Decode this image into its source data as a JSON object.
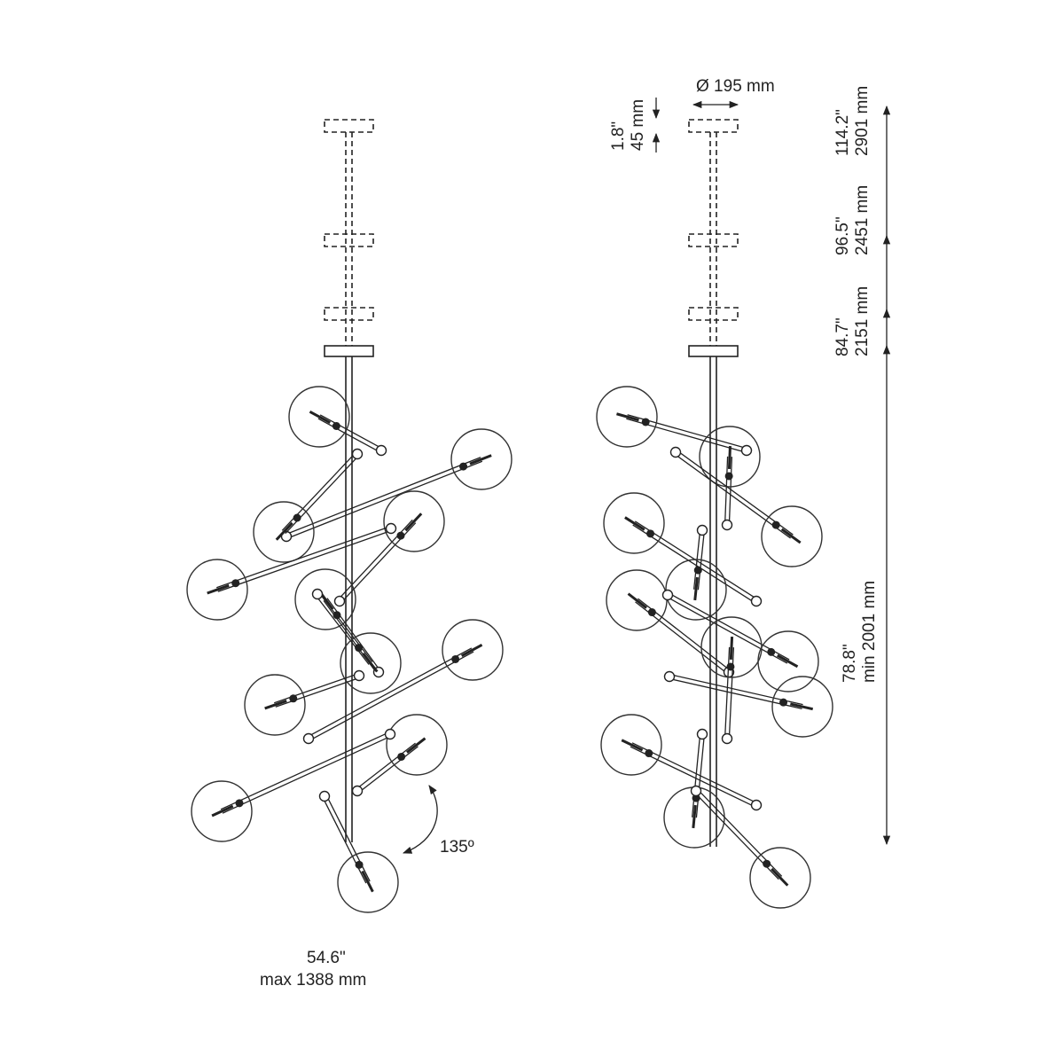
{
  "labels": {
    "width_in": "54.6\"",
    "width_mm": "max  1388 mm",
    "angle": "135º",
    "diameter": "Ø 195 mm",
    "canopy_in": "1.8\"",
    "canopy_mm": "45 mm",
    "height1_in": "114.2\"",
    "height1_mm": "2901 mm",
    "height2_in": "96.5\"",
    "height2_mm": "2451 mm",
    "height3_in": "84.7\"",
    "height3_mm": "2151 mm",
    "body_in": "78.8\"",
    "body_mm": "min  2001 mm"
  },
  "colors": {
    "line": "#222222",
    "globe": "#333333"
  }
}
